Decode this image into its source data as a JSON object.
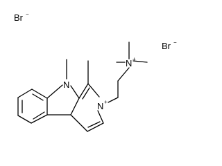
{
  "molecule": {
    "atoms": {
      "counter_ion_1": {
        "symbol": "Br",
        "charge": "−"
      },
      "counter_ion_2": {
        "symbol": "Br",
        "charge": "−"
      },
      "indole_nitrogen": {
        "symbol": "N"
      },
      "pyridinium_nitrogen": {
        "symbol": "N",
        "charge": "+"
      },
      "ammonium_nitrogen": {
        "symbol": "N",
        "charge": "+"
      }
    }
  }
}
